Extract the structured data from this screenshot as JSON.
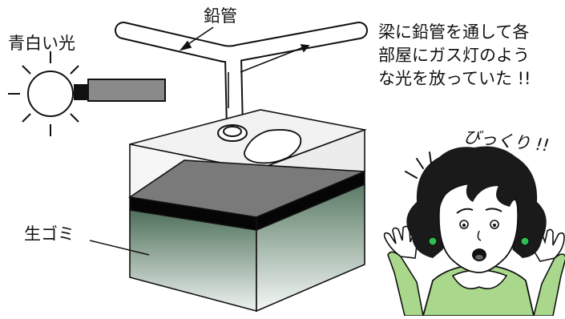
{
  "labels": {
    "pipe": "鉛管",
    "light": "青白い光",
    "garbage": "生ゴミ",
    "surprise": "びっくり !!"
  },
  "note_lines": [
    "梁に鉛管を通して各",
    "部屋にガス灯のよう",
    "な光を放っていた !!"
  ],
  "colors": {
    "glass_top": "#f2f2f2",
    "glass_side": "#ececec",
    "gas_layer": "#7a7a7a",
    "seal_band": "#050505",
    "garbage_dark": "#4e6f5a",
    "garbage_light": "#eef3ef",
    "pipe_fill": "#ffffff",
    "hose": "#8a8a8a",
    "sweater": "#a9d88c",
    "hair": "#1a1a1a",
    "earring": "#2fbf4f",
    "skin": "#ffffff"
  }
}
